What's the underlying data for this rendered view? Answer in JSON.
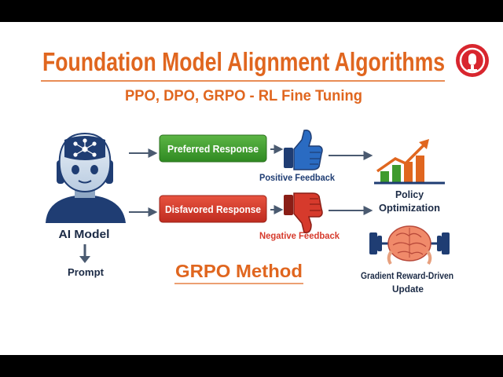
{
  "title": "Foundation Model Alignment Algorithms",
  "subtitle": "PPO, DPO, GRPO - RL Fine Tuning",
  "model_label": "AI Model",
  "prompt_label": "Prompt",
  "preferred_label": "Preferred Response",
  "disfavored_label": "Disfavored Response",
  "positive_label": "Positive Feedback",
  "negative_label": "Negative Feedback",
  "policy_label_1": "Policy",
  "policy_label_2": "Optimization",
  "method_label": "GRPO Method",
  "update_label_1": "Gradient Reward-Driven",
  "update_label_2": "Update",
  "colors": {
    "orange": "#e0661f",
    "green": "#3f9a2e",
    "red": "#d63a2c",
    "navy": "#1f3d73",
    "blue": "#2a6bc2"
  }
}
